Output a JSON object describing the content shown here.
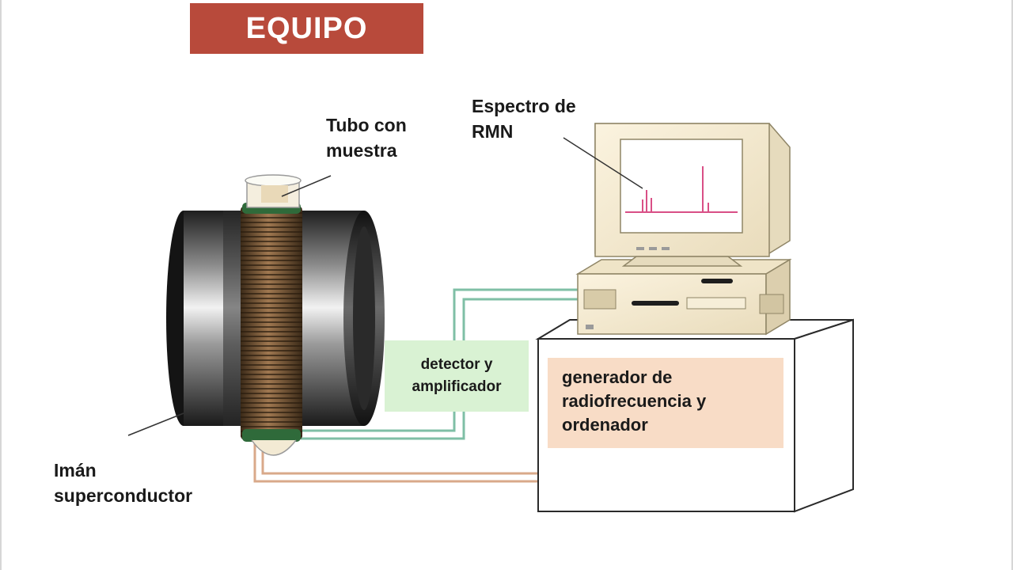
{
  "title": "EQUIPO",
  "labels": {
    "tubo": [
      "Tubo con",
      "muestra"
    ],
    "espectro": [
      "Espectro de",
      "RMN"
    ],
    "iman": [
      "Imán",
      "superconductor"
    ],
    "detector": [
      "detector y",
      "amplificador"
    ],
    "generador": [
      "generador de",
      "radiofrecuencia y",
      "ordenador"
    ]
  },
  "colors": {
    "title_bg": "#b84a3b",
    "detector_bg": "#d9f2d3",
    "generator_bg": "#f8dcc6",
    "spectrum": "#d94f86",
    "signal_wire": "#7fbfa6",
    "rf_wire": "#d9a98a",
    "coil": "#6b4a2b"
  },
  "icons": [
    "magnet-icon",
    "coil-icon",
    "sample-tube-icon",
    "monitor-icon",
    "computer-case-icon",
    "desk-icon"
  ]
}
